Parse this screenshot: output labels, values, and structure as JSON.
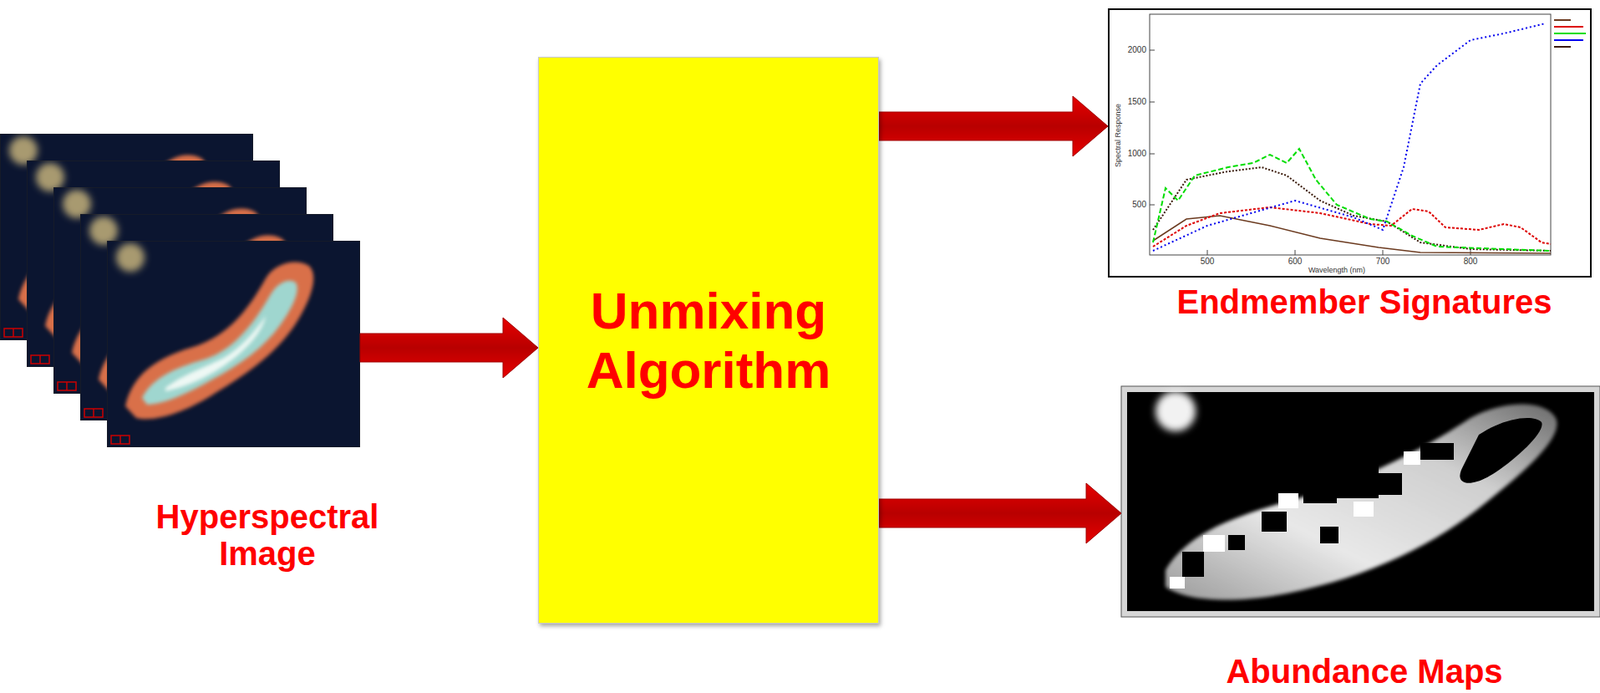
{
  "diagram": {
    "nodes": [
      {
        "text": [
          "Hyperspectral Image"
        ]
      },
      {
        "text": [
          "Unmixing Algorithm"
        ]
      },
      {
        "text": [
          "Endmember Signatures"
        ]
      },
      {
        "text": [
          "Abundance Maps"
        ]
      }
    ],
    "edges": [
      {
        "from": 0,
        "to": 1,
        "arrow": "to"
      },
      {
        "from": 1,
        "to": 2,
        "arrow": "to"
      },
      {
        "from": 1,
        "to": 3,
        "arrow": "to"
      }
    ],
    "labels": [
      "2000",
      "1500",
      "1000",
      "500",
      "500",
      "600",
      "700",
      "800",
      "Wavelength (nm)",
      "Spectral Response"
    ]
  }
}
